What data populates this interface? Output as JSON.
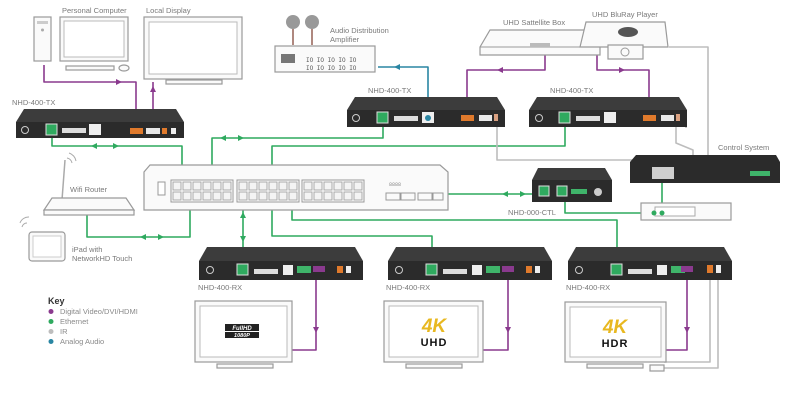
{
  "diagram": {
    "title": "NetworkHD system wiring diagram",
    "colors": {
      "digital_video": "#8a3a8e",
      "ethernet": "#2faa5f",
      "ir": "#bdbdbd",
      "analog_audio": "#2a86a3",
      "device_body": "#2b2b2b",
      "hdmi_port": "#e07a2c",
      "logo_gold": "#e8b820"
    },
    "labels": {
      "personal_computer": "Personal Computer",
      "local_display": "Local Display",
      "audio_amp_line1": "Audio Distribution",
      "audio_amp_line2": "Amplifier",
      "uhd_satellite": "UHD Sattellite Box",
      "uhd_bluray": "UHD BluRay Player",
      "tx1": "NHD-400-TX",
      "tx2": "NHD-400-TX",
      "tx3": "NHD-400-TX",
      "control_system": "Control System",
      "wifi_router": "Wifi Router",
      "ipad_line1": "iPad with",
      "ipad_line2": "NetworkHD Touch",
      "ctl": "NHD-000-CTL",
      "rx1": "NHD-400-RX",
      "rx2": "NHD-400-RX",
      "rx3": "NHD-400-RX"
    },
    "display_logos": {
      "fullhd_top": "FullHD",
      "fullhd_bottom": "1080P",
      "uhd_big": "4K",
      "uhd_small": "UHD",
      "hdr_big": "4K",
      "hdr_small": "HDR"
    },
    "key": {
      "title": "Key",
      "items": [
        {
          "label": "Digital Video/DVI/HDMI",
          "color": "#8a3a8e"
        },
        {
          "label": "Ethernet",
          "color": "#2faa5f"
        },
        {
          "label": "IR",
          "color": "#bdbdbd"
        },
        {
          "label": "Analog Audio",
          "color": "#2a86a3"
        }
      ]
    }
  }
}
